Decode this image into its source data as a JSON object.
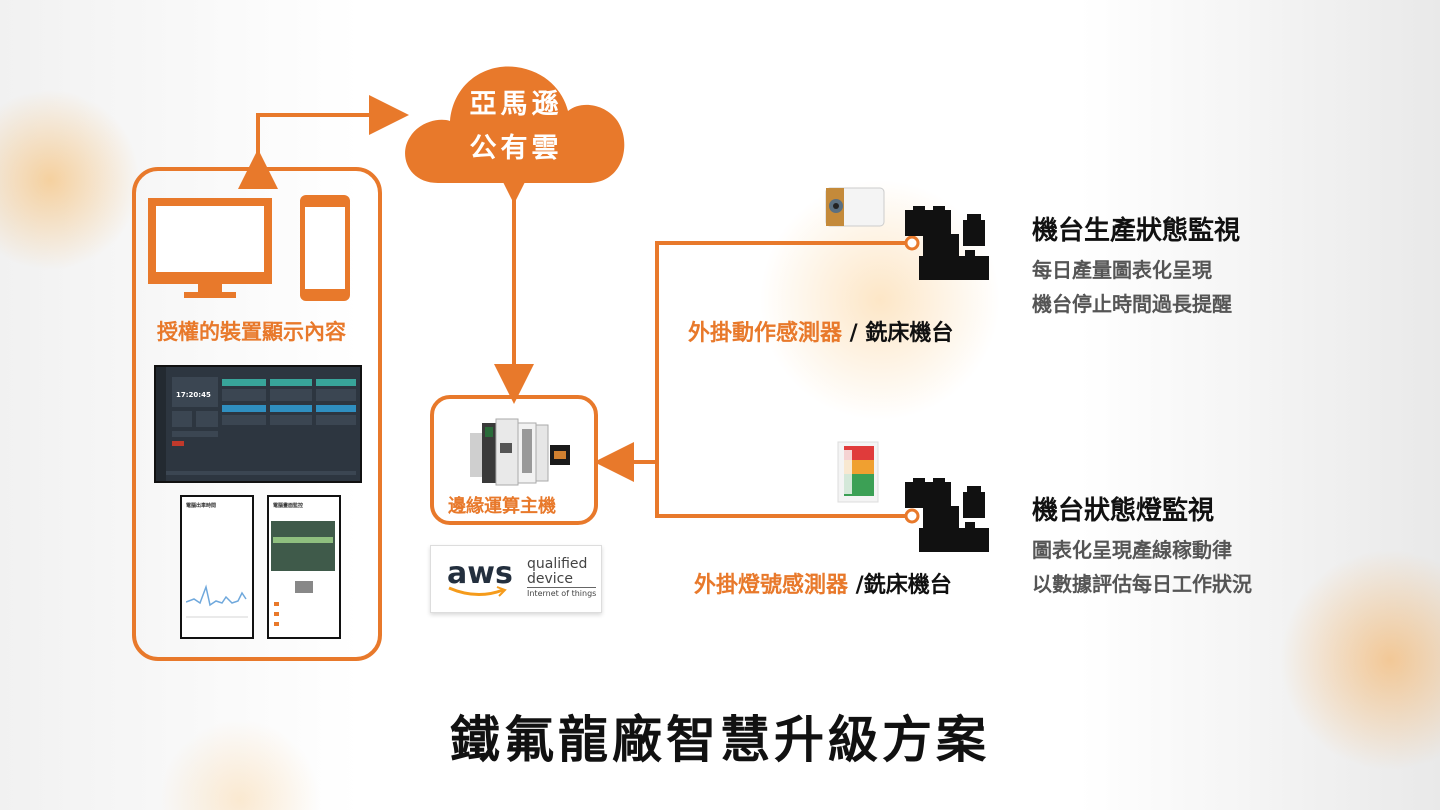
{
  "cloud": {
    "line1": "亞馬遜",
    "line2": "公有雲"
  },
  "devices": {
    "label": "授權的裝置顯示內容",
    "dashboard_time": "17:20:45",
    "phone1_title": "電腦出車時間",
    "phone2_title": "電腦畫面監控"
  },
  "edge": {
    "label": "邊緣運算主機"
  },
  "aws": {
    "word": "aws",
    "line1": "qualified",
    "line2": "device",
    "line3": "Internet of things"
  },
  "top_machine": {
    "sensor_orange": "外掛動作感測器",
    "sensor_black": " / 銑床機台",
    "heading": "機台生產狀態監視",
    "details": [
      "每日產量圖表化呈現",
      "機台停止時間過長提醒"
    ]
  },
  "bottom_machine": {
    "sensor_orange": "外掛燈號感測器",
    "sensor_black": " /銑床機台",
    "heading": "機台狀態燈監視",
    "details": [
      "圖表化呈現產線稼動律",
      "以數據評估每日工作狀況"
    ]
  },
  "title": "鐵氟龍廠智慧升級方案",
  "colors": {
    "accent": "#e8792b",
    "dark": "#111111"
  },
  "icons": [
    "cloud-icon",
    "monitor-icon",
    "phone-icon",
    "edge-device-icon",
    "motion-sensor-icon",
    "signal-light-icon",
    "cnc-machine-icon"
  ]
}
